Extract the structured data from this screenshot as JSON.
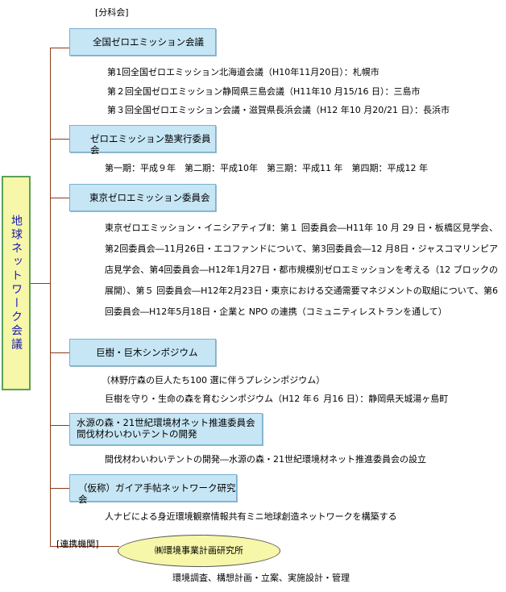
{
  "header": {
    "bunkakai": "[分科会]"
  },
  "network_title": "地球ネットワーク会議",
  "committees": [
    {
      "title": "全国ゼロエミッション会議",
      "details": [
        "第1回全国ゼロエミッション北海道会議（H10年11月20日）：札幌市",
        "第２回全国ゼロエミッション静岡県三島会議（H11年10 月15/16 日）：三島市",
        "第３回全国ゼロエミッション会議・滋賀県長浜会議（H12 年10 月20/21 日）：長浜市"
      ]
    },
    {
      "title": "ゼロエミッション塾実行委員会",
      "details": [
        "第一期：平成９年　第二期：平成10年　第三期：平成11 年　第四期：平成12 年"
      ]
    },
    {
      "title": "東京ゼロエミッション委員会",
      "details": [
        "東京ゼロエミッション・イニシアティブⅡ：第１ 回委員会―H11年 10 月 29 日・板橋区見学会、第2回委員会―11月26日・エコファンドについて、第3回委員会―12 月8日・ジャスコマリンピア店見学会、第4回委員会―H12年1月27日・都市規模別ゼロエミッションを考える（12 ブロックの展開）、第５ 回委員会―H12年2月23日・東京における交通需要マネジメントの取組について、第6回委員会―H12年5月18日・企業と NPO の連携（コミュニティレストランを通して）"
      ]
    },
    {
      "title": "巨樹・巨木シンポジウム",
      "details": [
        "（林野庁森の巨人たち100 選に伴うプレシンポジウム）",
        "巨樹を守り・生命の森を育むシンポジウム（H12 年６ 月16 日）：静岡県天城湯ヶ島町"
      ]
    },
    {
      "title_lines": [
        "水源の森・21世紀環境材ネット推進委員会",
        "間伐材わいわいテントの開発"
      ],
      "details": [
        "間伐材わいわいテントの開発―水源の森・21世紀環境材ネット推進委員会の設立"
      ]
    },
    {
      "title": "（仮称）ガイア手帖ネットワーク研究会",
      "details": [
        "人ナビによる身近環境観察情報共有ミニ地球創造ネットワークを構築する"
      ]
    }
  ],
  "partner": {
    "label": "[連携機関]",
    "name": "㈱環境事業計画研究所",
    "description": "環境調査、構想計画・立案、実施設計・管理"
  },
  "colors": {
    "connector": "#8b3a1a",
    "box_fill": "#c6e6f5",
    "side_fill": "#f6f7a8",
    "side_text": "#1b1bb0"
  }
}
